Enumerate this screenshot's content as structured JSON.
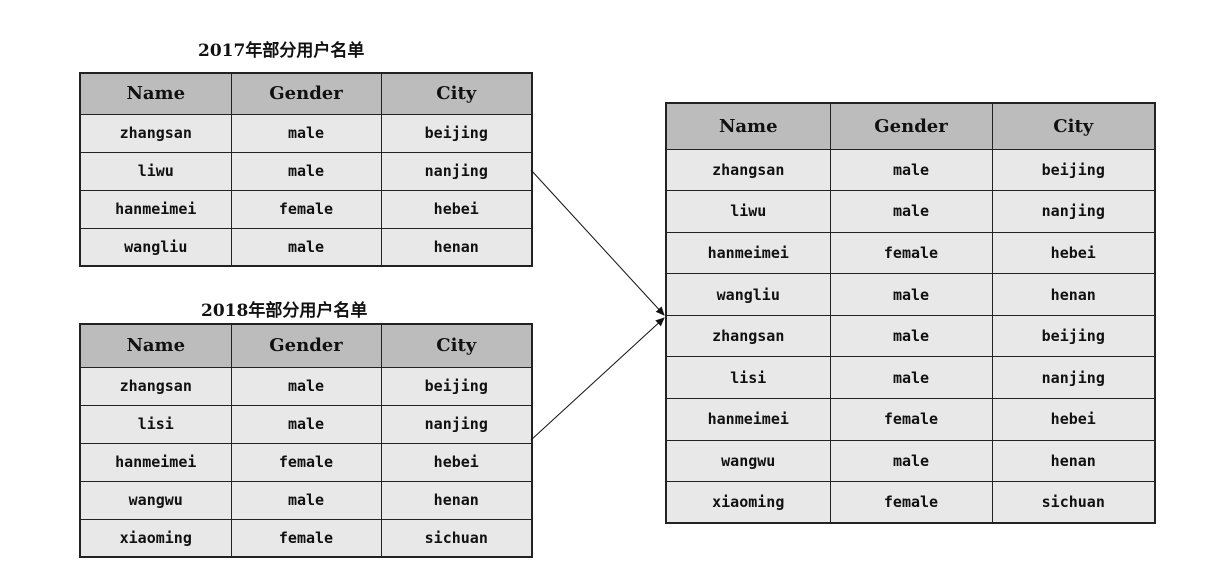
{
  "columns": [
    "Name",
    "Gender",
    "City"
  ],
  "table_2017": {
    "title": "2017年部分用户名单",
    "rows": [
      [
        "zhangsan",
        "male",
        "beijing"
      ],
      [
        "liwu",
        "male",
        "nanjing"
      ],
      [
        "hanmeimei",
        "female",
        "hebei"
      ],
      [
        "wangliu",
        "male",
        "henan"
      ]
    ]
  },
  "table_2018": {
    "title": "2018年部分用户名单",
    "rows": [
      [
        "zhangsan",
        "male",
        "beijing"
      ],
      [
        "lisi",
        "male",
        "nanjing"
      ],
      [
        "hanmeimei",
        "female",
        "hebei"
      ],
      [
        "wangwu",
        "male",
        "henan"
      ],
      [
        "xiaoming",
        "female",
        "sichuan"
      ]
    ]
  },
  "table_merged": {
    "rows": [
      [
        "zhangsan",
        "male",
        "beijing"
      ],
      [
        "liwu",
        "male",
        "nanjing"
      ],
      [
        "hanmeimei",
        "female",
        "hebei"
      ],
      [
        "wangliu",
        "male",
        "henan"
      ],
      [
        "zhangsan",
        "male",
        "beijing"
      ],
      [
        "lisi",
        "male",
        "nanjing"
      ],
      [
        "hanmeimei",
        "female",
        "hebei"
      ],
      [
        "wangwu",
        "male",
        "henan"
      ],
      [
        "xiaoming",
        "female",
        "sichuan"
      ]
    ]
  }
}
